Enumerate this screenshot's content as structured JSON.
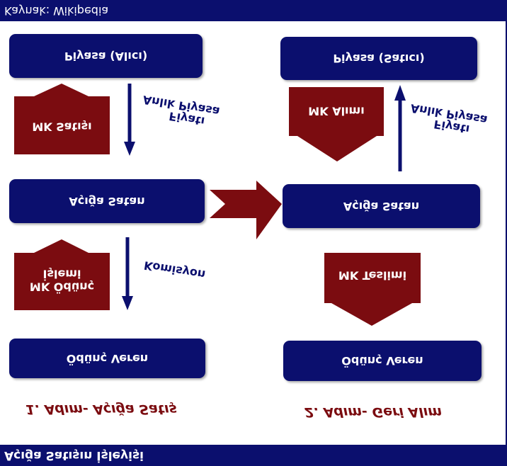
{
  "header": {
    "source": "Kaynak: Wikipedia"
  },
  "footer": {
    "caption": "Açığa Satışın İşleyişi"
  },
  "step1": {
    "buyer_market": "Piyasa (Alıcı)",
    "short_seller": "Açığa Satan",
    "lender": "Ödünç Veren",
    "sale_arrow": "MK Satışı",
    "borrow_arrow_line1": "MK Ödünç",
    "borrow_arrow_line2": "İşlemi",
    "price_label_line1": "Anlık Piyasa",
    "price_label_line2": "Fiyatı",
    "commission_label": "Komisyon",
    "title": "1. Adım- Açığa Satış"
  },
  "step2": {
    "seller_market": "Piyasa (Satıcı)",
    "short_seller": "Açığa Satan",
    "lender": "Ödünç Veren",
    "buy_arrow": "MK Alımı",
    "delivery_arrow": "MK Teslimi",
    "price_label_line1": "Anlık Piyasa",
    "price_label_line2": "Fiyatı",
    "title": "2. Adım- Geri Alım"
  },
  "colors": {
    "navy": "#0b0f6e",
    "maroon": "#7b0c10",
    "white": "#ffffff"
  }
}
